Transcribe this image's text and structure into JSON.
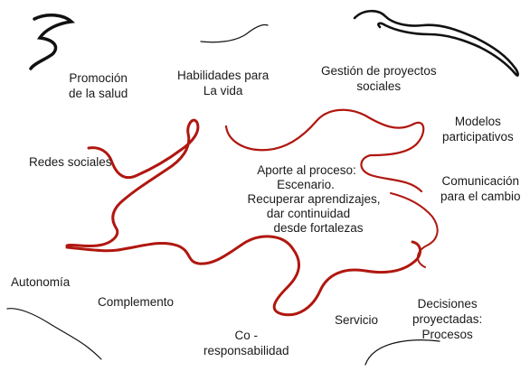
{
  "colors": {
    "curve_accent": "#b0170f",
    "curve_ink": "#111111",
    "text": "#1a1a1a"
  },
  "labels": {
    "promocion": "Promoción\nde la salud",
    "habilidades": "Habilidades para\nLa vida",
    "gestion": "Gestión de proyectos\nsociales",
    "modelos": "Modelos\nparticipativos",
    "redes": "Redes sociales",
    "comunicacion": "Comunicación\npara el cambio",
    "autonomia": "Autonomía",
    "complemento": "Complemento",
    "coresponsabilidad": "Co -\nresponsabilidad",
    "servicio": "Servicio",
    "decisiones": "Decisiones\nproyectadas:\nProcesos"
  },
  "center": {
    "line1": "Aporte al proceso:",
    "line2": "Escenario.",
    "line3": "Recuperar aprendizajes,",
    "line4": "dar continuidad",
    "line5": "desde fortalezas"
  }
}
